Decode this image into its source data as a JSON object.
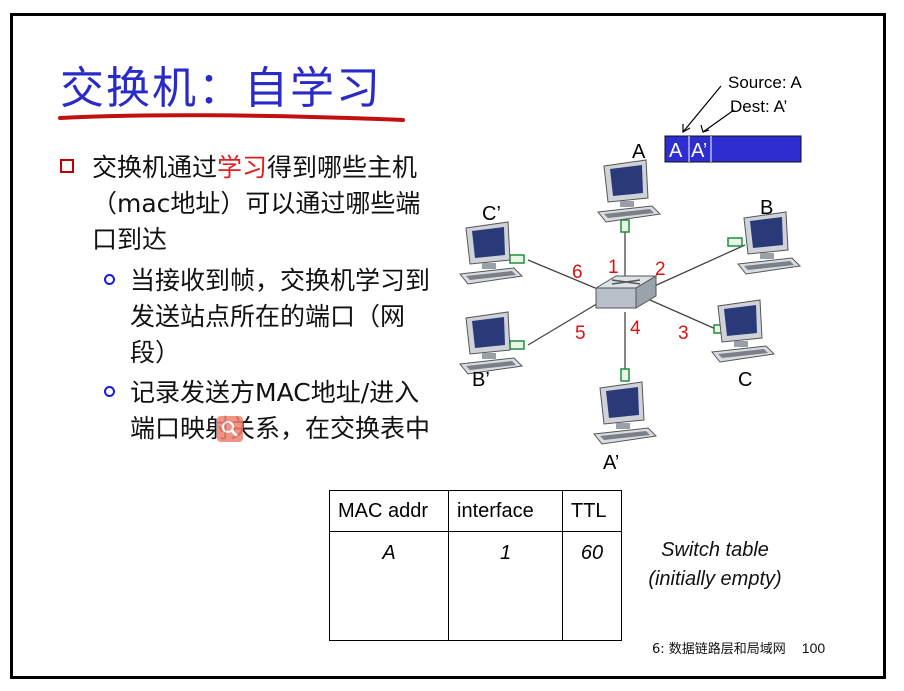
{
  "title": "交换机：自学习",
  "bullets": {
    "main": {
      "pre": "交换机通过",
      "highlight": "学习",
      "post": "得到哪些主机（mac地址）可以通过哪些端口到达"
    },
    "sub1": "当接收到帧，交换机学习到发送站点所在的端口（网段）",
    "sub2": "记录发送方MAC地址/进入端口映射关系，在交换表中"
  },
  "diagram": {
    "frame_annotation": {
      "source": "Source: A",
      "dest": "Dest: A’"
    },
    "frame_fields": {
      "src": "A",
      "dst": "A’"
    },
    "hosts": {
      "A": "A",
      "B": "B",
      "C": "C",
      "A_prime": "A’",
      "B_prime": "B’",
      "C_prime": "C’"
    },
    "ports": {
      "p1": "1",
      "p2": "2",
      "p3": "3",
      "p4": "4",
      "p5": "5",
      "p6": "6"
    },
    "colors": {
      "frame": "#2d2dd0",
      "port_label": "#e01010",
      "link": "#444444",
      "nic": "#1f8f3a"
    }
  },
  "table": {
    "headers": [
      "MAC addr",
      "interface",
      "TTL"
    ],
    "row": [
      "A",
      "1",
      "60"
    ]
  },
  "caption": {
    "line1": "Switch table",
    "line2": "(initially empty)"
  },
  "footer": {
    "chapter": "6: 数据链路层和局域网",
    "page": "100"
  }
}
